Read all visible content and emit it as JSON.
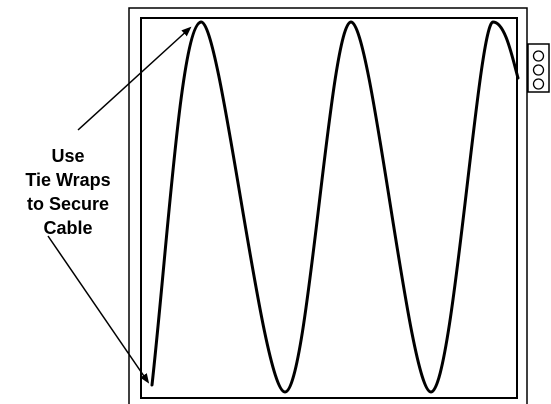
{
  "callout": {
    "lines": [
      "Use",
      "Tie Wraps",
      "to Secure",
      "Cable"
    ]
  },
  "components": {
    "cabinet": "outer-enclosure",
    "heater_cable": "serpentine-cable",
    "junction_box": "connector-box-with-three-ports",
    "arrows": 2
  },
  "colors": {
    "stroke": "#000000",
    "background": "#ffffff"
  }
}
